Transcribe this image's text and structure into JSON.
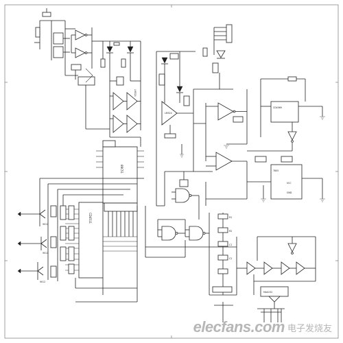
{
  "watermark": {
    "logo": "elecfans.com",
    "chinese": "电子发烧友",
    "color": "#b6b6b6"
  },
  "labels": {
    "mcu": "89C51",
    "cd4511": "CD4511",
    "lm324a": "LM324",
    "lm324b": "LM324",
    "ic_top": "CD4069",
    "ic_mid": "7805",
    "ic_bot": "MAX232",
    "r1": "R1",
    "r2": "R2",
    "c1": "C1",
    "c2": "C2",
    "vcc": "VCC",
    "gnd": "GND",
    "q1": "9012",
    "q2": "9012",
    "q3": "9012"
  }
}
